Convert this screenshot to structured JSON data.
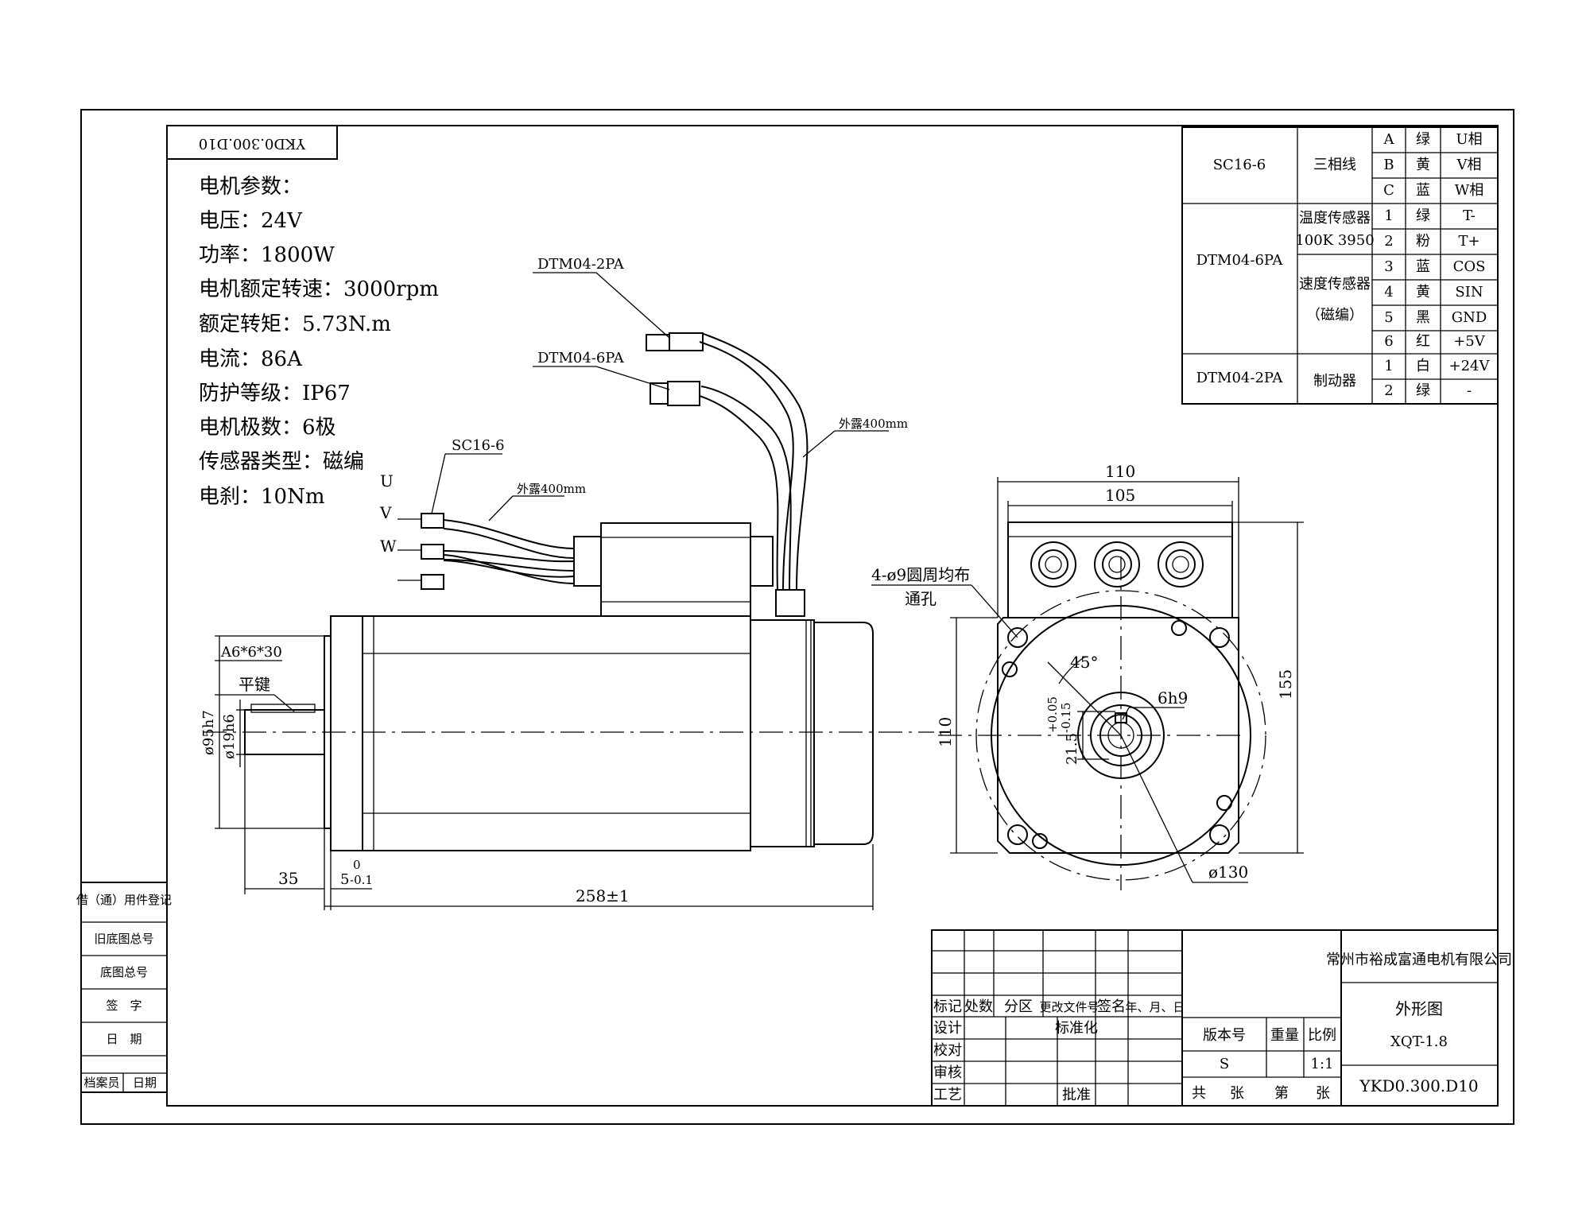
{
  "drawing_number_mirrored": "YKD0.300.D10",
  "params": {
    "heading": "电机参数：",
    "voltage": "电压：24V",
    "power": "功率：1800W",
    "speed": "电机额定转速：3000rpm",
    "torque": "额定转矩：5.73N.m",
    "current": "电流：86A",
    "protection": "防护等级：IP67",
    "poles": "电机极数：6极",
    "sensor": "传感器类型：磁编",
    "brake": "电刹：10Nm"
  },
  "connector_table": {
    "sc16": {
      "connector": "SC16-6",
      "group": "三相线"
    },
    "dtm6": {
      "connector": "DTM04-6PA",
      "group1_l1": "温度传感器",
      "group1_l2": "100K 3950",
      "group2_l1": "速度传感器",
      "group2_l2": "（磁编）"
    },
    "dtm2": {
      "connector": "DTM04-2PA",
      "group": "制动器"
    },
    "rows": [
      {
        "pin": "A",
        "color": "绿",
        "signal": "U相"
      },
      {
        "pin": "B",
        "color": "黄",
        "signal": "V相"
      },
      {
        "pin": "C",
        "color": "蓝",
        "signal": "W相"
      },
      {
        "pin": "1",
        "color": "绿",
        "signal": "T-"
      },
      {
        "pin": "2",
        "color": "粉",
        "signal": "T+"
      },
      {
        "pin": "3",
        "color": "蓝",
        "signal": "COS"
      },
      {
        "pin": "4",
        "color": "黄",
        "signal": "SIN"
      },
      {
        "pin": "5",
        "color": "黑",
        "signal": "GND"
      },
      {
        "pin": "6",
        "color": "红",
        "signal": "+5V"
      },
      {
        "pin": "1",
        "color": "白",
        "signal": "+24V"
      },
      {
        "pin": "2",
        "color": "绿",
        "signal": "-"
      }
    ]
  },
  "side_view": {
    "dtm2_label": "DTM04-2PA",
    "dtm6_label": "DTM04-6PA",
    "sc16_label": "SC16-6",
    "exposed1": "外露400mm",
    "exposed2": "外露400mm",
    "phase_u": "U",
    "phase_v": "V",
    "phase_w": "W",
    "key_spec": "A6*6*30",
    "key_name": "平键",
    "dia_95": "ø95h7",
    "dia_19": "ø19h6",
    "dim_35": "35",
    "dim_5": "5",
    "dim_5_upper": "0",
    "dim_5_lower": "-0.1",
    "dim_258": "258±1"
  },
  "front_view": {
    "dim_110_top": "110",
    "dim_105": "105",
    "holes_l1": "4-ø9圆周均布",
    "holes_l2": "通孔",
    "angle": "45°",
    "key_width": "6h9",
    "dim_155": "155",
    "dim_110_left": "110",
    "keyway_main": "21.5",
    "keyway_upper": "+0.05",
    "keyway_lower": "-0.15",
    "dia_130": "ø130"
  },
  "left_strip": {
    "borrow": "借（通）用件登记",
    "old_no": "旧底图总号",
    "base_no": "底图总号",
    "sign": "签　字",
    "date": "日　期",
    "archivist": "档案员",
    "date2": "日期"
  },
  "title_block": {
    "company": "常州市裕成富通电机有限公司",
    "drawing_title": "外形图",
    "model": "XQT-1.8",
    "drawing_number": "YKD0.300.D10",
    "h_mark": "标记",
    "h_count": "处数",
    "h_zone": "分区",
    "h_change": "更改文件号",
    "h_sign": "签名",
    "h_date": "年、月、日",
    "design": "设计",
    "standard": "标准化",
    "check": "校对",
    "review": "审核",
    "process": "工艺",
    "approve": "批准",
    "version_label": "版本号",
    "weight_label": "重量",
    "scale_label": "比例",
    "version": "S",
    "scale": "1:1",
    "sheets_total": "共",
    "sheets_unit1": "张",
    "sheet_no": "第",
    "sheets_unit2": "张"
  }
}
